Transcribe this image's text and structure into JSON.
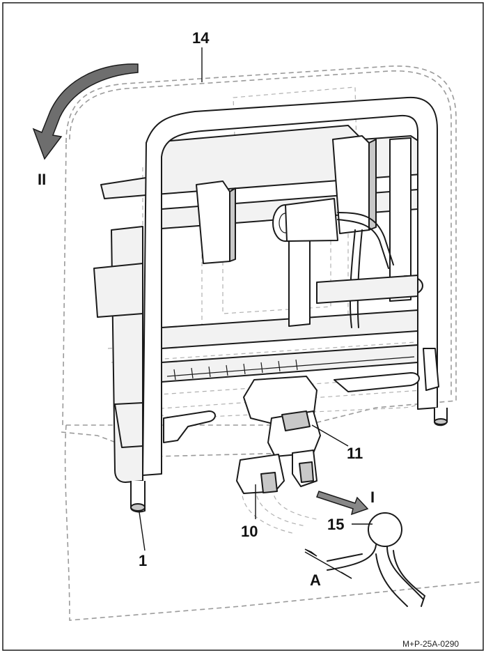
{
  "callouts": {
    "c14": "14",
    "cII": "II",
    "c11": "11",
    "cI": "I",
    "c10": "10",
    "c15": "15",
    "c1": "1",
    "cA": "A"
  },
  "reference_code": "M+P-25A-0290",
  "colors": {
    "line": "#1a1a1a",
    "ghost_outline": "#9a9a9a",
    "fill_light": "#f2f2f2",
    "fill_dark": "#c8c8c8"
  }
}
